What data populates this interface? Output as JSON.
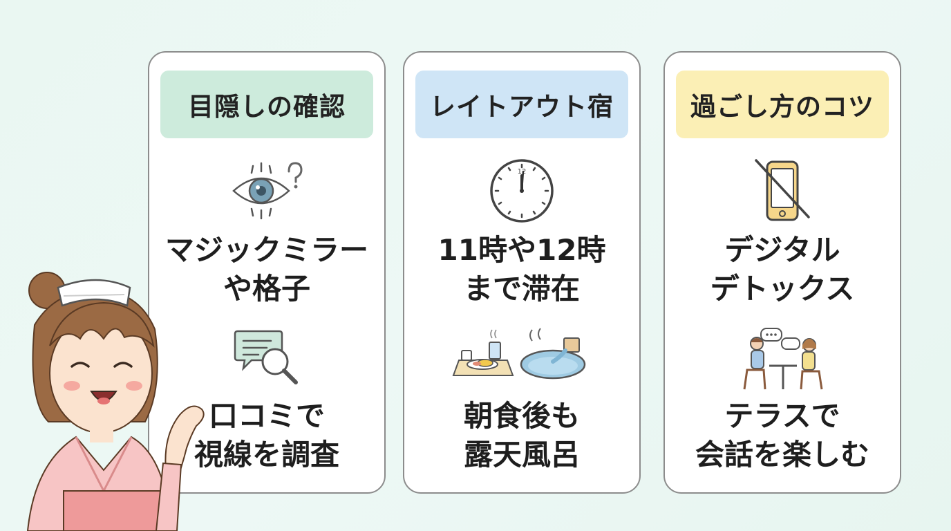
{
  "cards": [
    {
      "header": "目隠しの確認",
      "top_lines": [
        "マジックミラー",
        "や格子"
      ],
      "bottom_lines": [
        "口コミで",
        "視線を調査"
      ],
      "top_icon": "eye-question-icon",
      "bottom_icon": "review-search-icon",
      "header_color": "#cdebdc"
    },
    {
      "header": "レイトアウト宿",
      "top_lines": [
        "11時や12時",
        "まで滞在"
      ],
      "bottom_lines": [
        "朝食後も",
        "露天風呂"
      ],
      "top_icon": "clock-icon",
      "bottom_icon": "breakfast-and-onsen-icon",
      "clock_label": "12",
      "header_color": "#cfe5f6"
    },
    {
      "header": "過ごし方のコツ",
      "top_lines": [
        "デジタル",
        "デトックス"
      ],
      "bottom_lines": [
        "テラスで",
        "会話を楽しむ"
      ],
      "top_icon": "no-smartphone-icon",
      "bottom_icon": "couple-conversation-icon",
      "header_color": "#fbefb5"
    }
  ],
  "mascot": "yukata-woman-icon"
}
